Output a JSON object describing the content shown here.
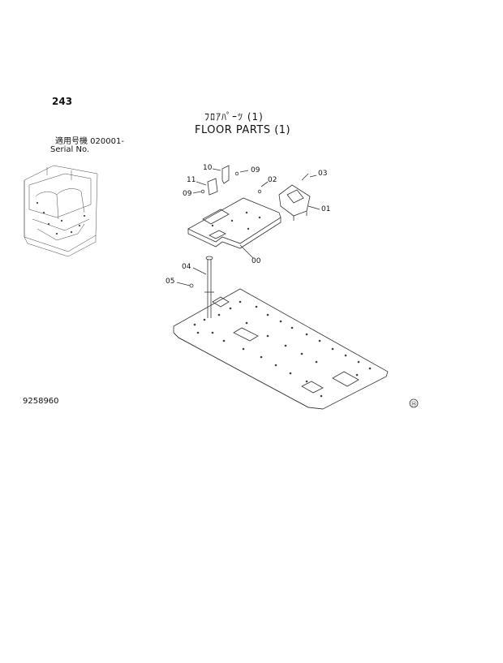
{
  "header": {
    "page_number": "243",
    "title_jp": "ﾌﾛｱﾊﾟｰﾂ (1)",
    "title_en": "FLOOR PARTS (1)",
    "applicability": "適用号機  020001-",
    "serial_label": "Serial No."
  },
  "footer": {
    "drawing_number": "9258960",
    "mark_symbol": "Ⓗ"
  },
  "parts": {
    "p10": "10",
    "p09a": "09",
    "p11": "11",
    "p09b": "09",
    "p02": "02",
    "p03": "03",
    "p01": "01",
    "p00": "00",
    "p04": "04",
    "p05": "05"
  }
}
